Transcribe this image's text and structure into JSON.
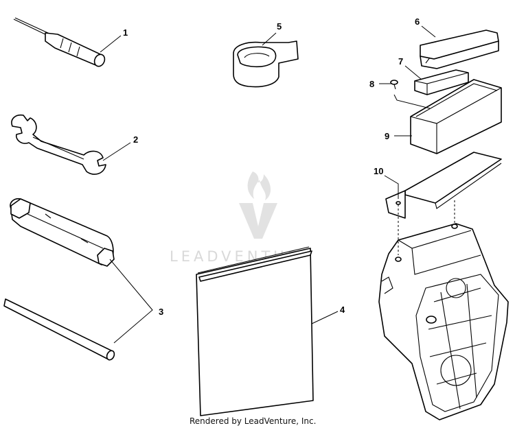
{
  "diagram": {
    "callouts": [
      {
        "id": "1",
        "label": "1"
      },
      {
        "id": "2",
        "label": "2"
      },
      {
        "id": "3",
        "label": "3"
      },
      {
        "id": "4",
        "label": "4"
      },
      {
        "id": "5",
        "label": "5"
      },
      {
        "id": "6",
        "label": "6"
      },
      {
        "id": "7",
        "label": "7"
      },
      {
        "id": "8",
        "label": "8"
      },
      {
        "id": "9",
        "label": "9"
      },
      {
        "id": "10",
        "label": "10"
      }
    ],
    "watermark": "LEADVENTURE",
    "footer": "Rendered by LeadVenture, Inc."
  },
  "colors": {
    "line": "#000000",
    "watermark": "#d9d9d9",
    "background": "#ffffff"
  },
  "icons": {
    "watermark_logo": "flame-v-logo-icon"
  }
}
